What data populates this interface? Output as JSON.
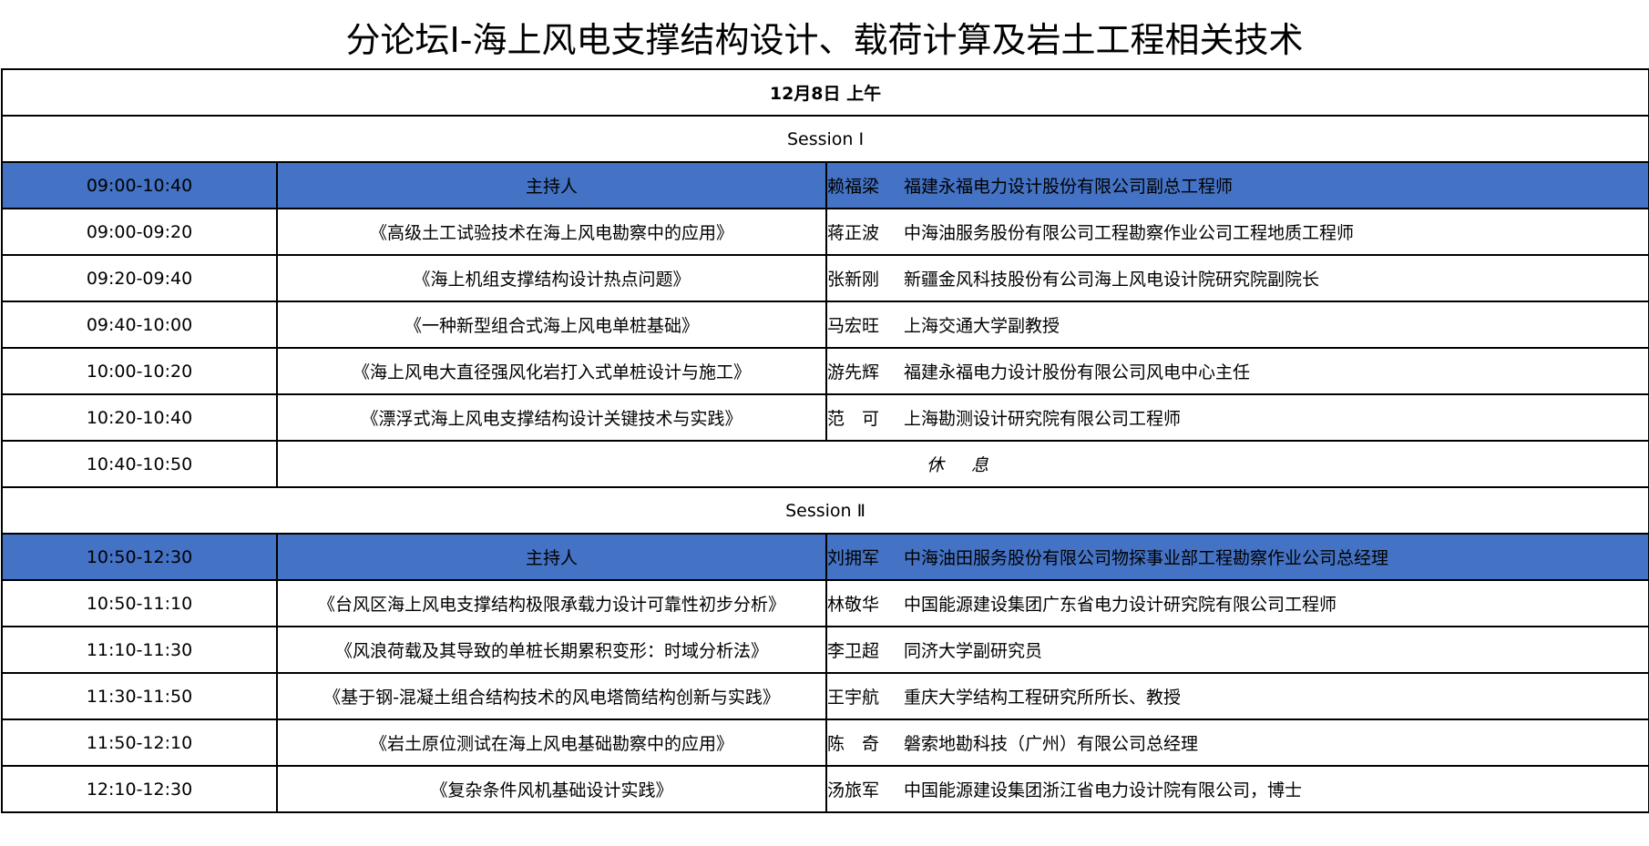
{
  "page_title": "分论坛Ⅰ-海上风电支撑结构设计、载荷计算及岩土工程相关技术",
  "colors": {
    "host_row_bg": "#4472c4",
    "border": "#000000"
  },
  "date_header": "12月8日  上午",
  "sessions": [
    {
      "label": "Session Ⅰ",
      "host": {
        "time": "09:00-10:40",
        "role": "主持人",
        "name": "赖福梁",
        "affiliation": "福建永福电力设计股份有限公司副总工程师"
      },
      "talks": [
        {
          "time": "09:00-09:20",
          "title": "《高级土工试验技术在海上风电勘察中的应用》",
          "name": "蒋正波",
          "affiliation": "中海油服务股份有限公司工程勘察作业公司工程地质工程师"
        },
        {
          "time": "09:20-09:40",
          "title": "《海上机组支撑结构设计热点问题》",
          "name": "张新刚",
          "affiliation": "新疆金风科技股份有公司海上风电设计院研究院副院长"
        },
        {
          "time": "09:40-10:00",
          "title": "《一种新型组合式海上风电单桩基础》",
          "name": "马宏旺",
          "affiliation": "上海交通大学副教授"
        },
        {
          "time": "10:00-10:20",
          "title": "《海上风电大直径强风化岩打入式单桩设计与施工》",
          "name": "游先辉",
          "affiliation": "福建永福电力设计股份有限公司风电中心主任"
        },
        {
          "time": "10:20-10:40",
          "title": "《漂浮式海上风电支撑结构设计关键技术与实践》",
          "name": "范　可",
          "affiliation": "上海勘测设计研究院有限公司工程师"
        }
      ]
    },
    {
      "label": "Session Ⅱ",
      "host": {
        "time": "10:50-12:30",
        "role": "主持人",
        "name": "刘拥军",
        "affiliation": "中海油田服务股份有限公司物探事业部工程勘察作业公司总经理"
      },
      "talks": [
        {
          "time": "10:50-11:10",
          "title": "《台风区海上风电支撑结构极限承载力设计可靠性初步分析》",
          "name": "林敬华",
          "affiliation": "中国能源建设集团广东省电力设计研究院有限公司工程师"
        },
        {
          "time": "11:10-11:30",
          "title": "《风浪荷载及其导致的单桩长期累积变形：时域分析法》",
          "name": "李卫超",
          "affiliation": "同济大学副研究员"
        },
        {
          "time": "11:30-11:50",
          "title": "《基于钢-混凝土组合结构技术的风电塔筒结构创新与实践》",
          "name": "王宇航",
          "affiliation": "重庆大学结构工程研究所所长、教授"
        },
        {
          "time": "11:50-12:10",
          "title": "《岩土原位测试在海上风电基础勘察中的应用》",
          "name": "陈　奇",
          "affiliation": "磐索地勘科技（广州）有限公司总经理"
        },
        {
          "time": "12:10-12:30",
          "title": "《复杂条件风机基础设计实践》",
          "name": "汤旅军",
          "affiliation": "中国能源建设集团浙江省电力设计院有限公司，博士"
        }
      ]
    }
  ],
  "break": {
    "time": "10:40-10:50",
    "label": "休 息"
  }
}
